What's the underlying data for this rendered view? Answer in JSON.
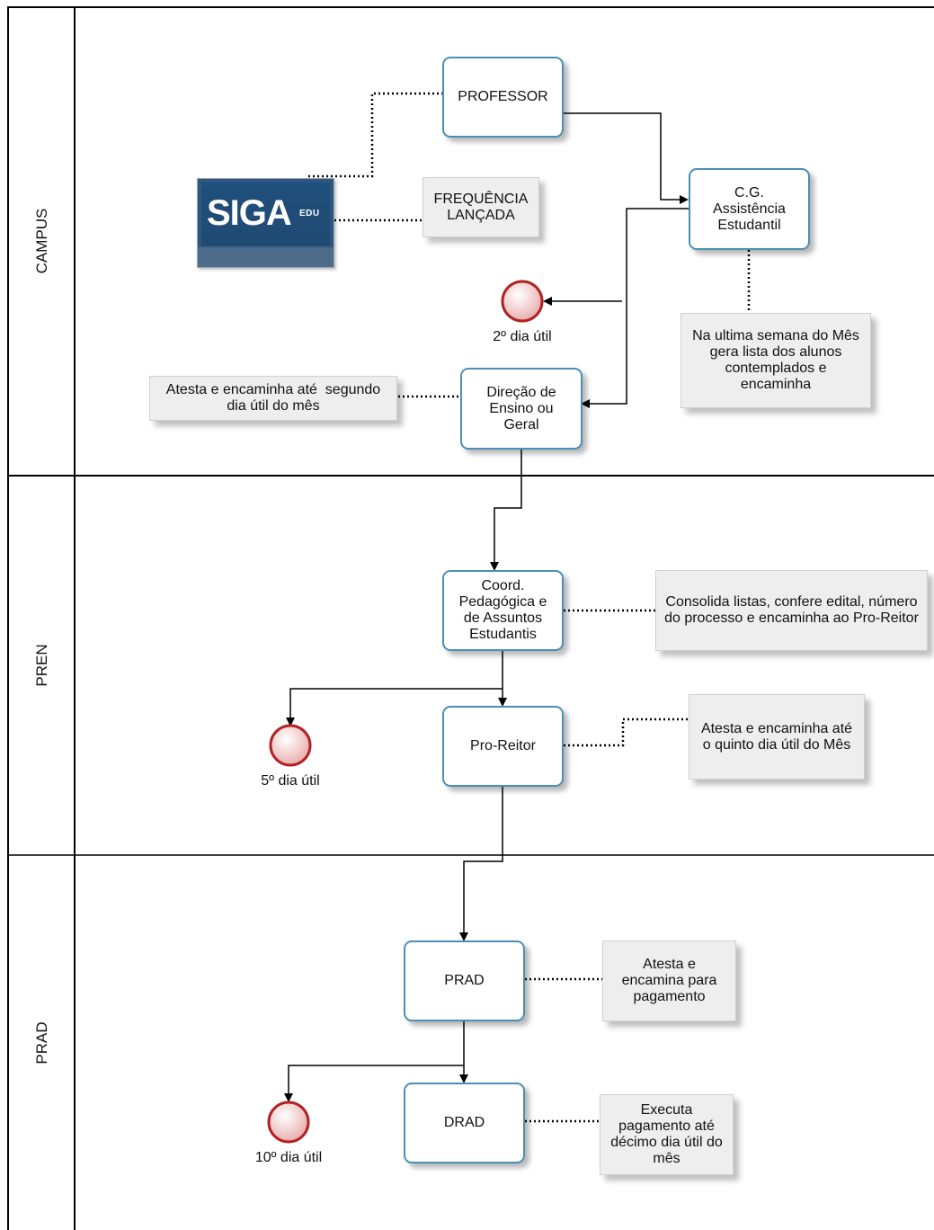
{
  "lanes": [
    "CAMPUS",
    "PREN",
    "PRAD"
  ],
  "logo": {
    "main": "SIGA",
    "sub": "EDU"
  },
  "tasks": {
    "professor": [
      "PROFESSOR"
    ],
    "cg_assistencia": [
      "C.G.",
      "Assistência",
      "Estudantil"
    ],
    "direcao": [
      "Direção de",
      "Ensino ou",
      "Geral"
    ],
    "coord": [
      "Coord.",
      "Pedagógica e",
      "de Assuntos",
      "Estudantis"
    ],
    "pro_reitor": [
      "Pro-Reitor"
    ],
    "prad": [
      "PRAD"
    ],
    "drad": [
      "DRAD"
    ]
  },
  "notes": {
    "frequencia": [
      "FREQUÊNCIA",
      "LANÇADA"
    ],
    "ultima_semana": [
      "Na ultima semana do Mês",
      "gera lista dos alunos",
      "contemplados e",
      "encaminha"
    ],
    "atesta_segundo": [
      "Atesta e encaminha até  segundo",
      "dia útil do mês"
    ],
    "consolida": [
      "Consolida listas, confere edital, número",
      "do processo e encaminha ao Pro-Reitor"
    ],
    "atesta_quinto": [
      "Atesta e encaminha até",
      "o quinto dia útil do Mês"
    ],
    "atesta_pagamento": [
      "Atesta e",
      "encamina para",
      "pagamento"
    ],
    "executa": [
      "Executa",
      "pagamento até",
      "décimo dia útil do",
      "mês"
    ]
  },
  "events": {
    "e2": "2º dia útil",
    "e5": "5º dia útil",
    "e10": "10º dia útil"
  },
  "colors": {
    "task_border": "#4a8fb5",
    "note_fill": "#eeeeee",
    "event_fill": "#f2c9c9",
    "event_stroke": "#b22222"
  }
}
